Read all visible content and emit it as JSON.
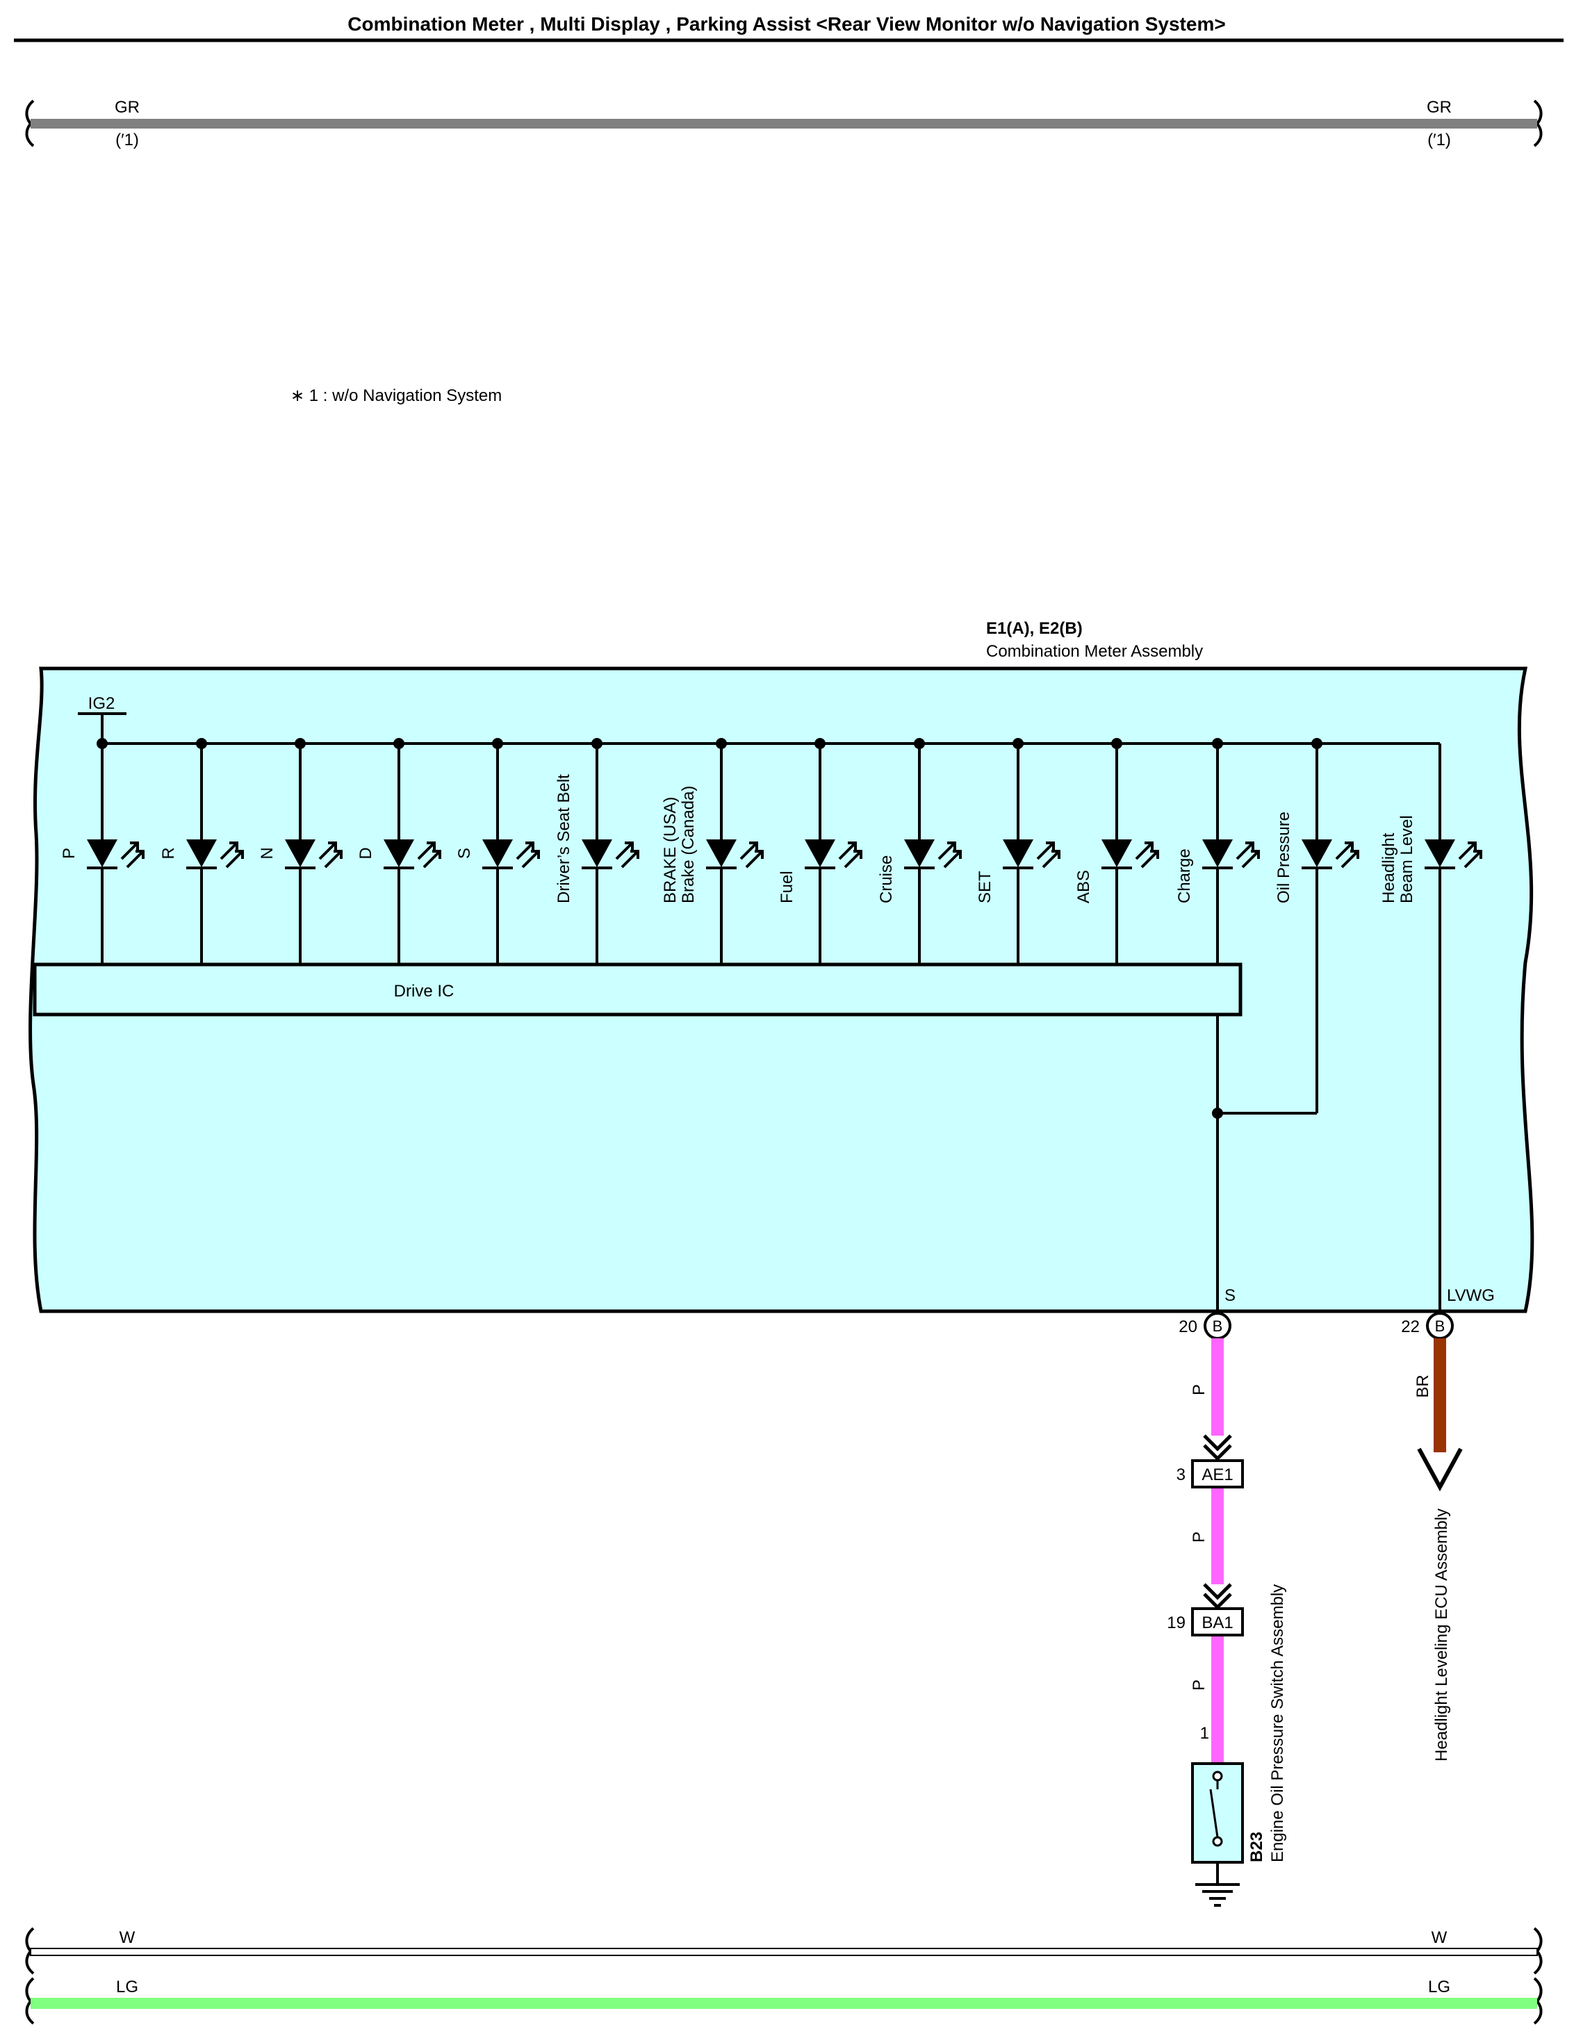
{
  "title": "Combination Meter , Multi Display , Parking Assist <Rear View Monitor w/o Navigation System>",
  "top_bus": {
    "color_code": "GR",
    "note": "(′1)",
    "wire_color": "#808080"
  },
  "footnote": "∗ 1 : w/o Navigation System",
  "assembly": {
    "connector": "E1(A), E2(B)",
    "name": "Combination Meter Assembly",
    "fill_color": "#ccffff",
    "power_label": "IG2",
    "drive_ic": "Drive IC",
    "indicators": [
      {
        "lines": [
          "P"
        ]
      },
      {
        "lines": [
          "R"
        ]
      },
      {
        "lines": [
          "N"
        ]
      },
      {
        "lines": [
          "D"
        ]
      },
      {
        "lines": [
          "S"
        ]
      },
      {
        "lines": [
          "Driver’s Seat Belt"
        ]
      },
      {
        "lines": [
          "BRAKE (USA)",
          "Brake (Canada)"
        ]
      },
      {
        "lines": [
          "Fuel"
        ]
      },
      {
        "lines": [
          "Cruise"
        ]
      },
      {
        "lines": [
          "SET"
        ]
      },
      {
        "lines": [
          "ABS"
        ]
      },
      {
        "lines": [
          "Charge"
        ]
      },
      {
        "lines": [
          "Oil Pressure"
        ]
      },
      {
        "lines": [
          "Headlight",
          "Beam Level"
        ]
      }
    ],
    "terminal_s": "S",
    "terminal_lvwg": "LVWG"
  },
  "pins": {
    "p20": {
      "num": "20",
      "conn": "B"
    },
    "p22": {
      "num": "22",
      "conn": "B"
    }
  },
  "wire_p": {
    "code": "P",
    "color": "#ff66ff"
  },
  "wire_br": {
    "code": "BR",
    "color": "#993300"
  },
  "junctions": [
    {
      "pin": "3",
      "name": "AE1"
    },
    {
      "pin": "19",
      "name": "BA1"
    }
  ],
  "switch": {
    "pin": "1",
    "id": "B23",
    "name": "Engine Oil Pressure Switch Assembly"
  },
  "ecu": {
    "name": "Headlight Leveling ECU Assembly"
  },
  "bottom_bus": [
    {
      "code": "W",
      "color": "#ffffff"
    },
    {
      "code": "LG",
      "color": "#80ff80"
    }
  ]
}
